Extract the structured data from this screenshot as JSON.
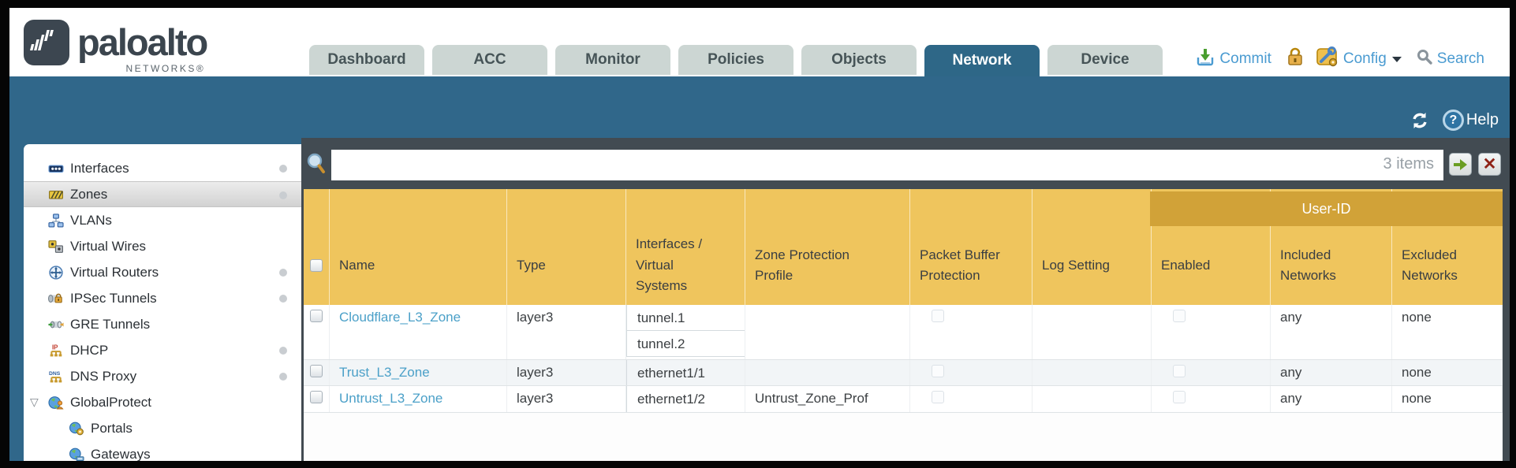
{
  "brand": {
    "name": "paloalto",
    "sub": "NETWORKS®"
  },
  "nav": {
    "tabs": [
      {
        "label": "Dashboard",
        "active": false
      },
      {
        "label": "ACC",
        "active": false
      },
      {
        "label": "Monitor",
        "active": false
      },
      {
        "label": "Policies",
        "active": false
      },
      {
        "label": "Objects",
        "active": false
      },
      {
        "label": "Network",
        "active": true
      },
      {
        "label": "Device",
        "active": false
      }
    ],
    "actions": {
      "commit": "Commit",
      "config": "Config",
      "search": "Search"
    }
  },
  "banner": {
    "help": "Help"
  },
  "sidebar": {
    "items": [
      {
        "label": "Interfaces",
        "icon": "interfaces-icon",
        "dot": true,
        "selected": false,
        "level": 0,
        "expander": false
      },
      {
        "label": "Zones",
        "icon": "zones-icon",
        "dot": true,
        "selected": true,
        "level": 0,
        "expander": false
      },
      {
        "label": "VLANs",
        "icon": "vlans-icon",
        "dot": false,
        "selected": false,
        "level": 0,
        "expander": false
      },
      {
        "label": "Virtual Wires",
        "icon": "virtual-wires-icon",
        "dot": false,
        "selected": false,
        "level": 0,
        "expander": false
      },
      {
        "label": "Virtual Routers",
        "icon": "virtual-routers-icon",
        "dot": true,
        "selected": false,
        "level": 0,
        "expander": false
      },
      {
        "label": "IPSec Tunnels",
        "icon": "ipsec-tunnels-icon",
        "dot": true,
        "selected": false,
        "level": 0,
        "expander": false
      },
      {
        "label": "GRE Tunnels",
        "icon": "gre-tunnels-icon",
        "dot": false,
        "selected": false,
        "level": 0,
        "expander": false
      },
      {
        "label": "DHCP",
        "icon": "dhcp-icon",
        "dot": true,
        "selected": false,
        "level": 0,
        "expander": false
      },
      {
        "label": "DNS Proxy",
        "icon": "dns-proxy-icon",
        "dot": true,
        "selected": false,
        "level": 0,
        "expander": false
      },
      {
        "label": "GlobalProtect",
        "icon": "globalprotect-icon",
        "dot": false,
        "selected": false,
        "level": 0,
        "expander": true
      },
      {
        "label": "Portals",
        "icon": "portals-icon",
        "dot": false,
        "selected": false,
        "level": 1,
        "expander": false
      },
      {
        "label": "Gateways",
        "icon": "gateways-icon",
        "dot": false,
        "selected": false,
        "level": 1,
        "expander": false
      }
    ]
  },
  "filter": {
    "value": "",
    "count_label": "3 items"
  },
  "table": {
    "group_header": "User-ID",
    "columns": [
      {
        "label": ""
      },
      {
        "label": "Name"
      },
      {
        "label": "Type"
      },
      {
        "label": "Interfaces / Virtual Systems"
      },
      {
        "label": "Zone Protection Profile"
      },
      {
        "label": "Packet Buffer Protection"
      },
      {
        "label": "Log Setting"
      },
      {
        "label": "Enabled"
      },
      {
        "label": "Included Networks"
      },
      {
        "label": "Excluded Networks"
      }
    ],
    "rows": [
      {
        "name": "Cloudflare_L3_Zone",
        "type": "layer3",
        "interfaces": [
          "tunnel.1",
          "tunnel.2"
        ],
        "zone_protection_profile": "",
        "packet_buffer_protection": false,
        "log_setting": "",
        "user_id_enabled": false,
        "included_networks": "any",
        "excluded_networks": "none"
      },
      {
        "name": "Trust_L3_Zone",
        "type": "layer3",
        "interfaces": [
          "ethernet1/1"
        ],
        "zone_protection_profile": "",
        "packet_buffer_protection": false,
        "log_setting": "",
        "user_id_enabled": false,
        "included_networks": "any",
        "excluded_networks": "none"
      },
      {
        "name": "Untrust_L3_Zone",
        "type": "layer3",
        "interfaces": [
          "ethernet1/2"
        ],
        "zone_protection_profile": "Untrust_Zone_Prof",
        "packet_buffer_protection": false,
        "log_setting": "",
        "user_id_enabled": false,
        "included_networks": "any",
        "excluded_networks": "none"
      }
    ]
  },
  "colors": {
    "teal": "#30678a",
    "slate": "#424b52",
    "header_gold": "#efc55d",
    "group_gold": "#d1a238",
    "link_blue": "#4ba0c8",
    "action_blue": "#4a9bd1"
  }
}
